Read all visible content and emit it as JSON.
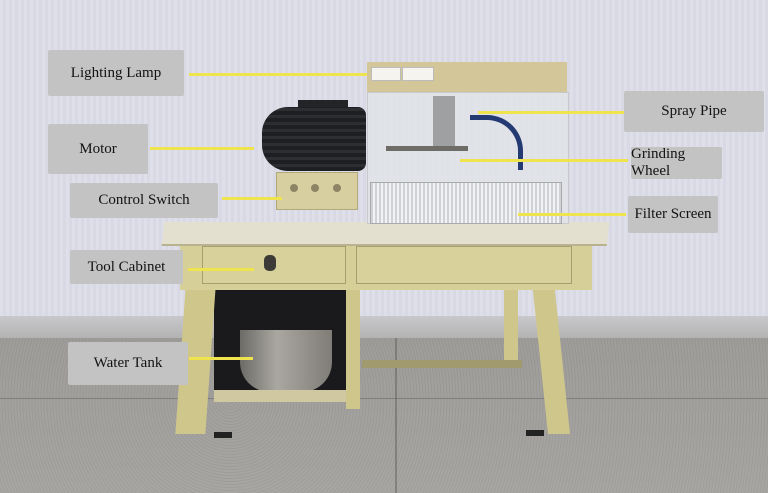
{
  "image": {
    "subject": "Metallographic sample grinding/polishing machine on a workbench",
    "colors": {
      "label_background": "#c3c3c3",
      "leader_line": "#efe34e",
      "machine_body": "#d7cf98",
      "wall": "#dcdde8",
      "floor": "#a29f9b"
    }
  },
  "labels": {
    "left": [
      {
        "id": "lighting-lamp",
        "text": "Lighting Lamp"
      },
      {
        "id": "motor",
        "text": "Motor"
      },
      {
        "id": "control-switch",
        "text": "Control Switch"
      },
      {
        "id": "tool-cabinet",
        "text": "Tool Cabinet"
      },
      {
        "id": "water-tank",
        "text": "Water Tank"
      }
    ],
    "right": [
      {
        "id": "spray-pipe",
        "text": "Spray Pipe"
      },
      {
        "id": "grinding-wheel",
        "text": "Grinding Wheel"
      },
      {
        "id": "filter-screen",
        "text": "Filter Screen"
      }
    ]
  }
}
